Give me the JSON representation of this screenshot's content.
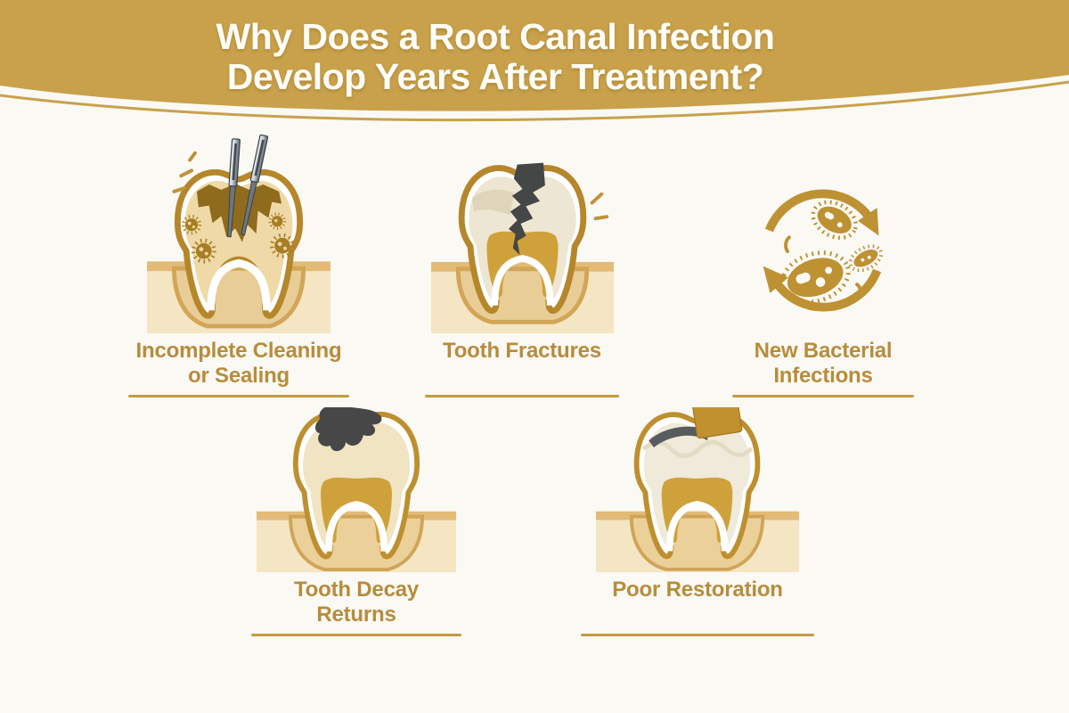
{
  "header": {
    "title_line1": "Why Does a Root Canal Infection",
    "title_line2": "Develop Years After Treatment?"
  },
  "items": [
    {
      "id": "incomplete-cleaning",
      "icon": "tooth-root-canal-files-icon",
      "label_line1": "Incomplete Cleaning",
      "label_line2": "or Sealing"
    },
    {
      "id": "tooth-fractures",
      "icon": "cracked-tooth-icon",
      "label_line1": "Tooth Fractures",
      "label_line2": ""
    },
    {
      "id": "new-bacterial-infections",
      "icon": "bacteria-cycle-icon",
      "label_line1": "New Bacterial",
      "label_line2": "Infections"
    },
    {
      "id": "tooth-decay-returns",
      "icon": "tooth-decay-icon",
      "label_line1": "Tooth Decay",
      "label_line2": "Returns"
    },
    {
      "id": "poor-restoration",
      "icon": "tooth-loose-filling-icon",
      "label_line1": "Poor Restoration",
      "label_line2": ""
    }
  ],
  "colors": {
    "banner_gold": "#C9A14B",
    "title_text": "#FEFDF8",
    "label_gold": "#B78C3C",
    "underline_gold": "#C49B42",
    "tooth_outline_gold": "#B5862A",
    "pulp_gold": "#CFA13A",
    "gum_light": "#F4E6C3",
    "gum_dark_band": "#E3BB77",
    "decay_dark_gray": "#474747",
    "bacteria_gold": "#BE9133",
    "filling_gold": "#C2912F",
    "background": "#FAF9F4"
  }
}
